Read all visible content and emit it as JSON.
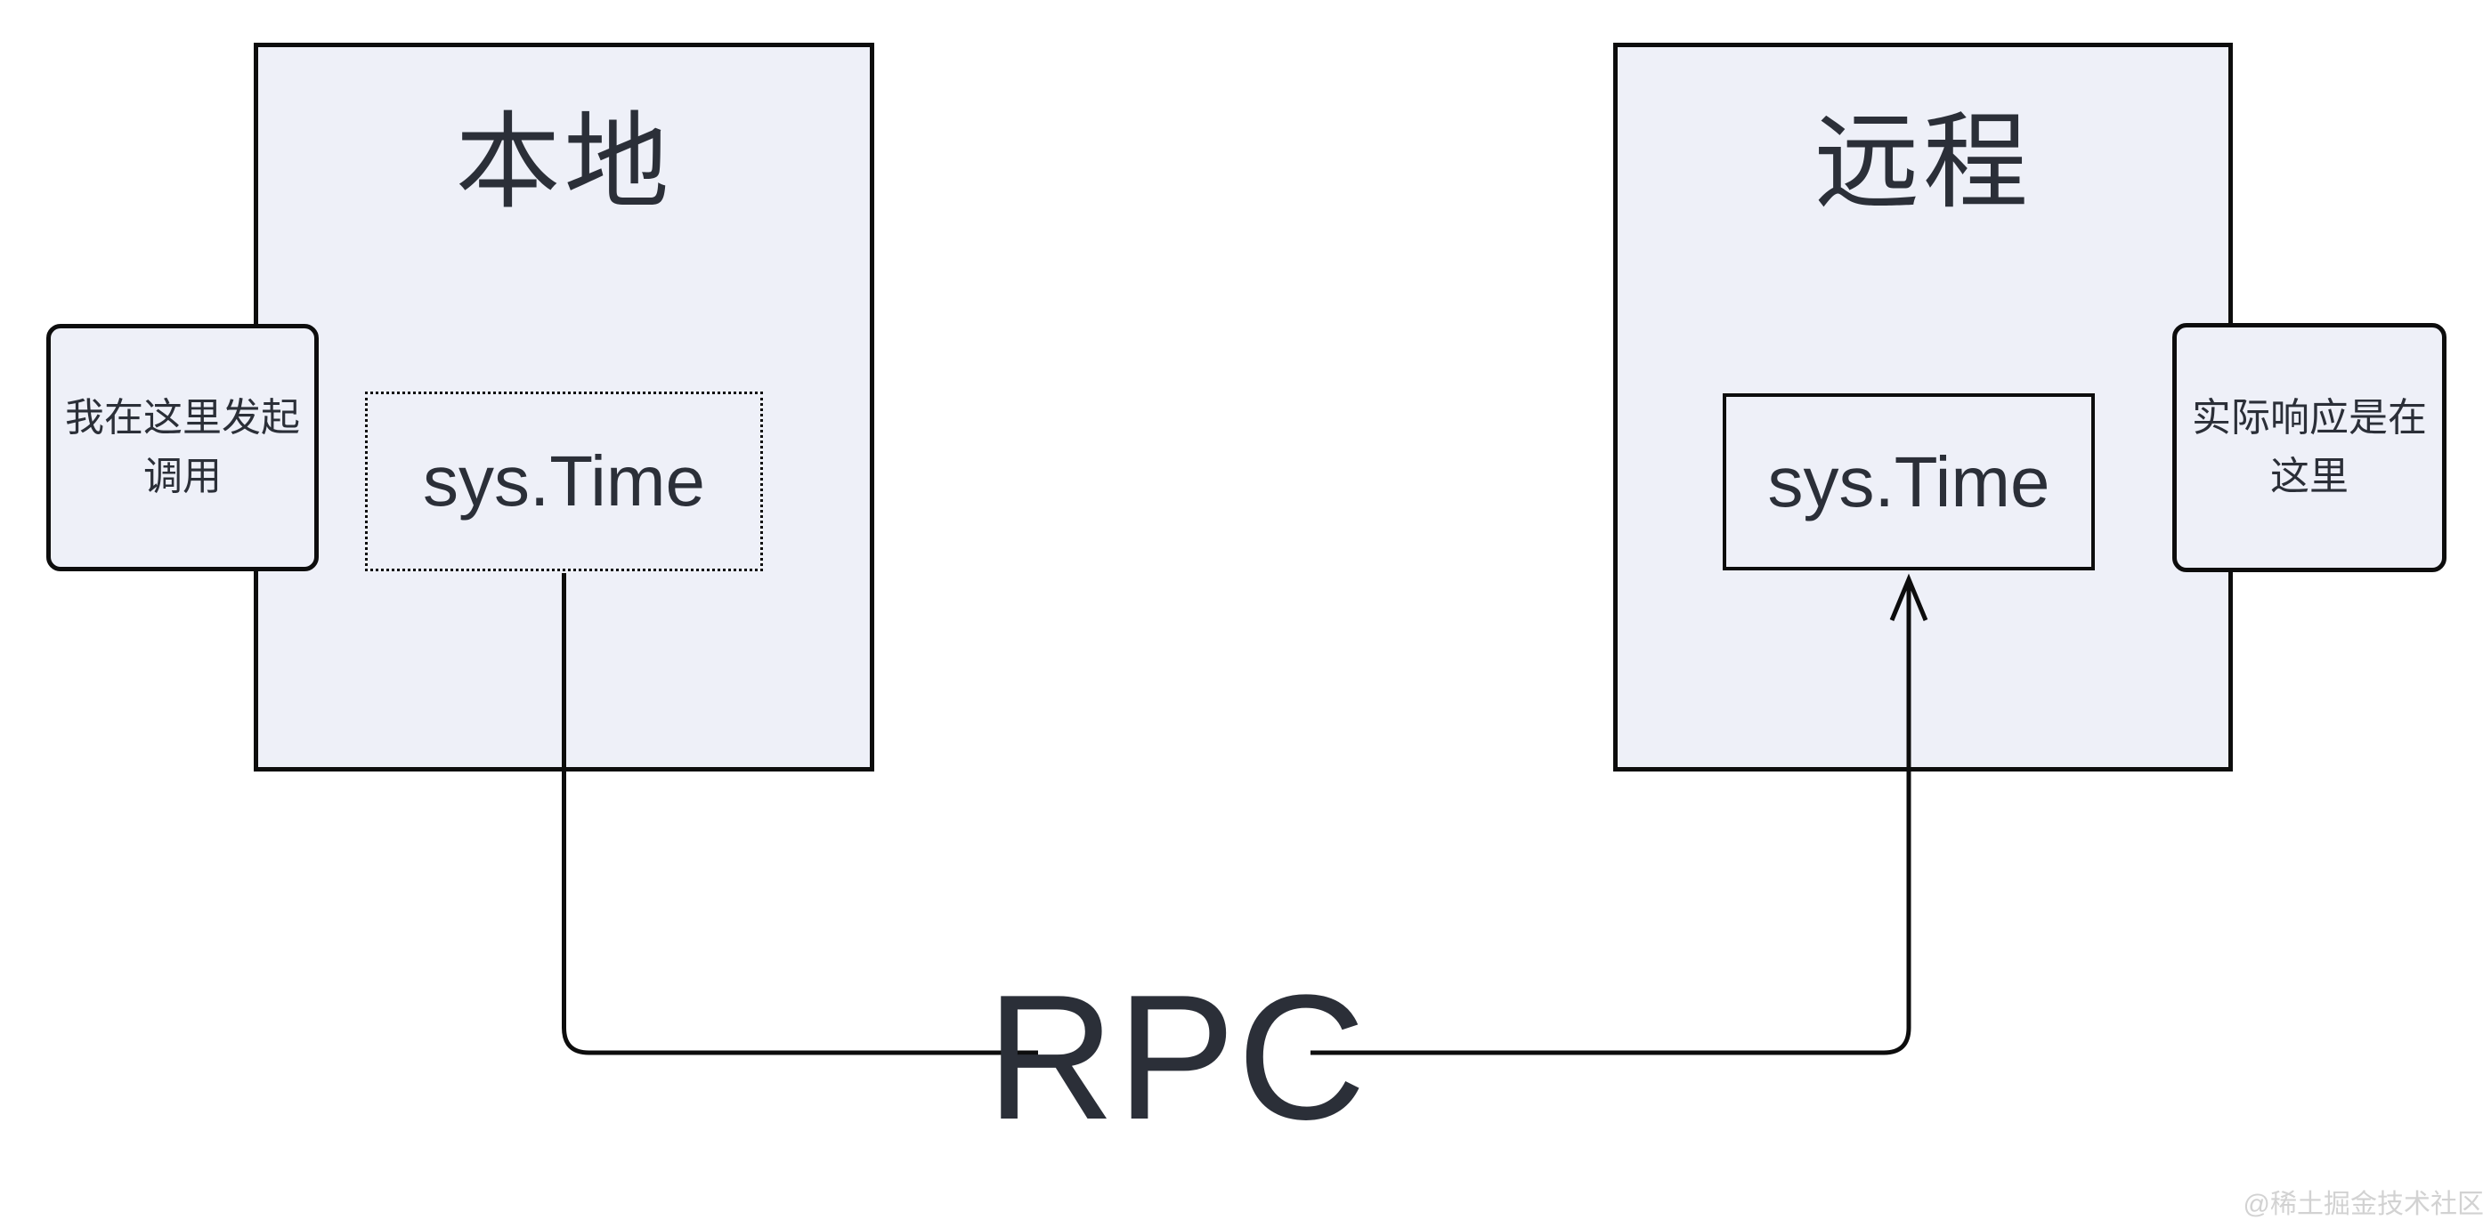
{
  "colors": {
    "background": "#ffffff",
    "box_fill": "#eef0f8",
    "stroke": "#0d0d0d",
    "text": "#2b2f38",
    "watermark_text": "#d2d2d2"
  },
  "local_panel": {
    "title": "本地",
    "method_label": "sys.Time",
    "note_line1": "我在这里发起",
    "note_line2": "调用"
  },
  "remote_panel": {
    "title": "远程",
    "method_label": "sys.Time",
    "note_line1": "实际响应是在",
    "note_line2": "这里"
  },
  "connector": {
    "label": "RPC"
  },
  "watermark": "@稀土掘金技术社区"
}
